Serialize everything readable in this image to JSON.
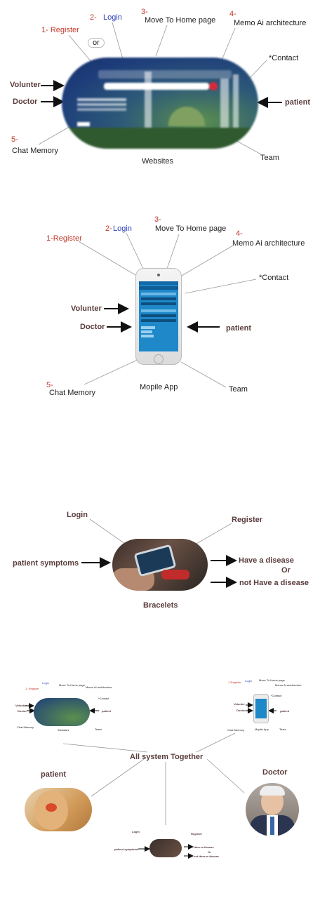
{
  "website_section": {
    "register": "1-  Register",
    "login_num": "2-",
    "login": "Login",
    "or": "or",
    "home_num": "3-",
    "home": "Move To Home page",
    "memo_num": "4-",
    "memo": "Memo Ai architecture",
    "contact": "*Contact",
    "volunteer": "Volunter",
    "doctor": "Doctor",
    "patient": "patient",
    "chat_num": "5-",
    "chat": "Chat Memory",
    "team": "Team",
    "caption": "Websites"
  },
  "mobile_section": {
    "register": "1-Register",
    "login_num": "2-",
    "login": "Login",
    "home_num": "3-",
    "home": "Move To Home page",
    "memo_num": "4-",
    "memo": "Memo Ai architecture",
    "contact": "*Contact",
    "volunteer": "Volunter",
    "doctor": "Doctor",
    "patient": "patient",
    "chat_num": "5-",
    "chat": "Chat Memory",
    "caption": "Mopile App",
    "team": "Team"
  },
  "bracelet_section": {
    "login": "Login",
    "register": "Register",
    "symptoms": "patient symptoms",
    "have": "Have a disease",
    "or": "Or",
    "not_have": "not Have a disease",
    "caption": "Bracelets"
  },
  "together_section": {
    "title": "All system Together",
    "patient": "patient",
    "doctor": "Doctor"
  },
  "colors": {
    "red_label": "#c0392b",
    "blue_label": "#2d3fb8",
    "bold_label": "#5a3c3c"
  }
}
